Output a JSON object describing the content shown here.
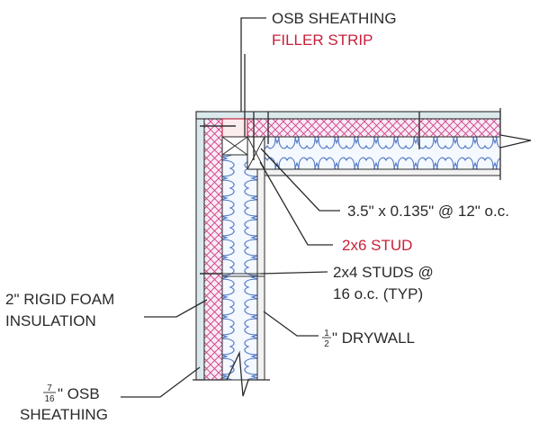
{
  "labels": {
    "osb_sheathing_top": "OSB SHEATHING",
    "filler_strip": "FILLER STRIP",
    "nail_spec": "3.5\" x 0.135\" @ 12\" o.c.",
    "stud_2x6": "2x6 STUD",
    "studs_2x4_line1": "2x4 STUDS @",
    "studs_2x4_line2": "16 o.c. (TYP)",
    "rigid_foam_line1": "2\" RIGID FOAM",
    "rigid_foam_line2": "INSULATION",
    "drywall_num": "1",
    "drywall_den": "2",
    "drywall_text": "\" DRYWALL",
    "osb_bottom_num": "7",
    "osb_bottom_den": "16",
    "osb_bottom_text": "\" OSB",
    "osb_bottom_line2": "SHEATHING"
  },
  "colors": {
    "accent_red": "#c8203a",
    "foam_pink": "#cc3f8a",
    "insulation_blue": "#4f77c4",
    "sheathing_teal": "#6fa3ad",
    "ink": "#2a2a2a"
  }
}
